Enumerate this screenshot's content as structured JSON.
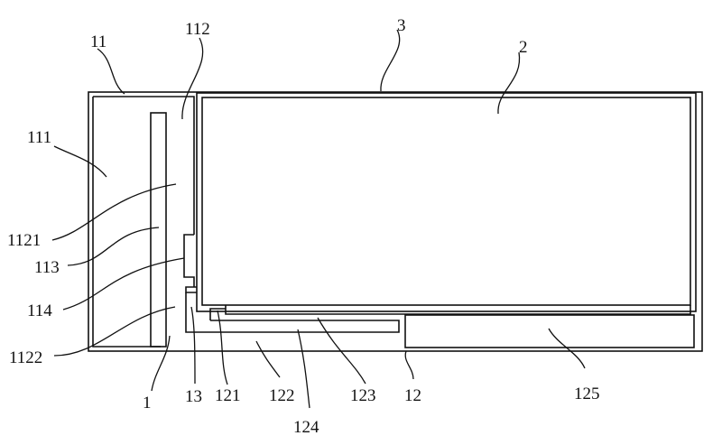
{
  "diagram": {
    "labels": {
      "l11": "11",
      "l112": "112",
      "l3": "3",
      "l2": "2",
      "l111": "111",
      "l1121": "1121",
      "l113": "113",
      "l114": "114",
      "l1122": "1122",
      "l1": "1",
      "l13": "13",
      "l121": "121",
      "l122": "122",
      "l123": "123",
      "l124": "124",
      "l12": "12",
      "l125": "125"
    }
  }
}
